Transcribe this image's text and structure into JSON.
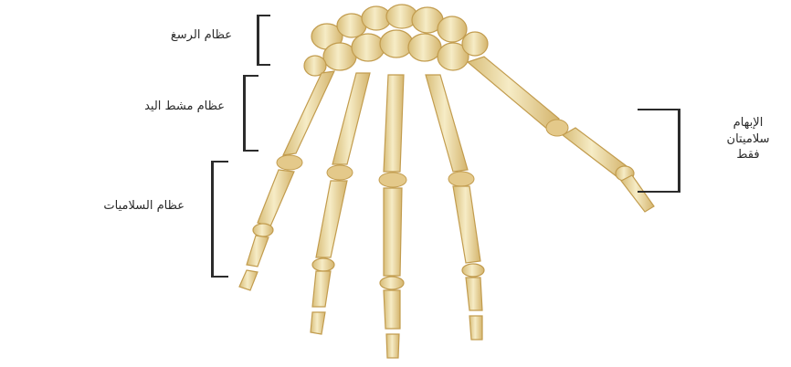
{
  "labels": {
    "carpals": "عظام الرسغ",
    "metacarpals": "عظام مشط اليد",
    "phalanges": "عظام السلاميات",
    "thumb": {
      "line1": "الإبهام",
      "line2": "سلاميتان",
      "line3": "فقط"
    }
  },
  "colors": {
    "bone": "#efe0b0",
    "bone_outline": "#c9a85a",
    "bone_joint": "#d9b76a",
    "bracket": "#2b2b2b",
    "text": "#2a2a2a"
  }
}
